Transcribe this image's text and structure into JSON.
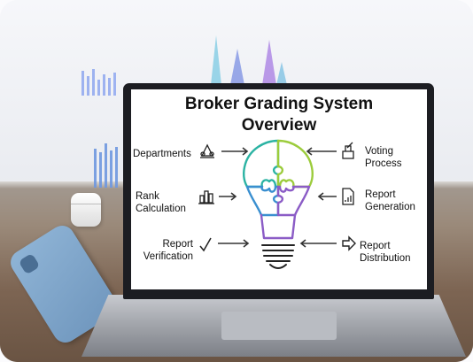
{
  "title": "Broker Grading System Overview",
  "title_line1": "Broker Grading System",
  "title_line2": "Overview",
  "left_items": [
    {
      "lines": [
        "Departments"
      ],
      "icon": "people-pyramid-icon"
    },
    {
      "lines": [
        "Rank",
        "Calculation"
      ],
      "icon": "bar-chart-icon"
    },
    {
      "lines": [
        "Report",
        "Verification"
      ],
      "icon": "checkmark-icon"
    }
  ],
  "right_items": [
    {
      "lines": [
        "Voting",
        "Process"
      ],
      "icon": "ballot-box-icon"
    },
    {
      "lines": [
        "Report",
        "Generation"
      ],
      "icon": "document-chart-icon"
    },
    {
      "lines": [
        "Report",
        "Distribution"
      ],
      "icon": "arrow-right-outline-icon"
    }
  ],
  "colors": {
    "puzzle_teal": "#2bb3a3",
    "puzzle_green": "#9ccc3c",
    "puzzle_blue": "#3a8fd0",
    "puzzle_purple": "#8b5cc6",
    "text": "#111111",
    "arrow": "#333333"
  }
}
